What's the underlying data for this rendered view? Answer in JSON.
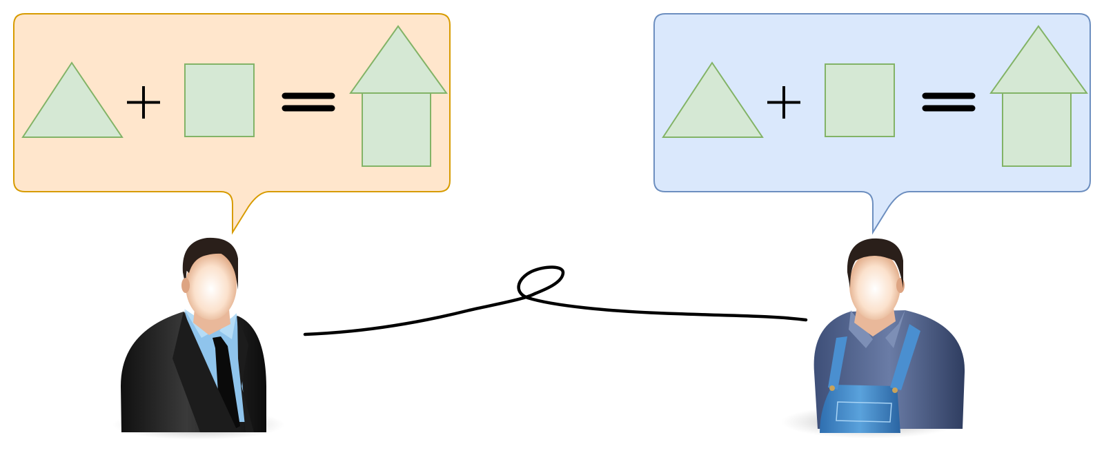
{
  "diagram": {
    "bubbles": [
      {
        "id": "left",
        "fill": "#ffe6cc",
        "stroke": "#d79b00",
        "equation": [
          "triangle",
          "plus",
          "square",
          "equals",
          "house"
        ]
      },
      {
        "id": "right",
        "fill": "#dae8fc",
        "stroke": "#6c8ebf",
        "equation": [
          "triangle",
          "plus",
          "square",
          "equals",
          "house"
        ]
      }
    ],
    "shape_fill": "#d5e8d4",
    "shape_stroke": "#82b366",
    "people": [
      {
        "id": "left",
        "icon": "businessman-icon"
      },
      {
        "id": "right",
        "icon": "worker-icon"
      }
    ],
    "connector": {
      "style": "hand-drawn line with loop",
      "color": "#000000"
    }
  }
}
